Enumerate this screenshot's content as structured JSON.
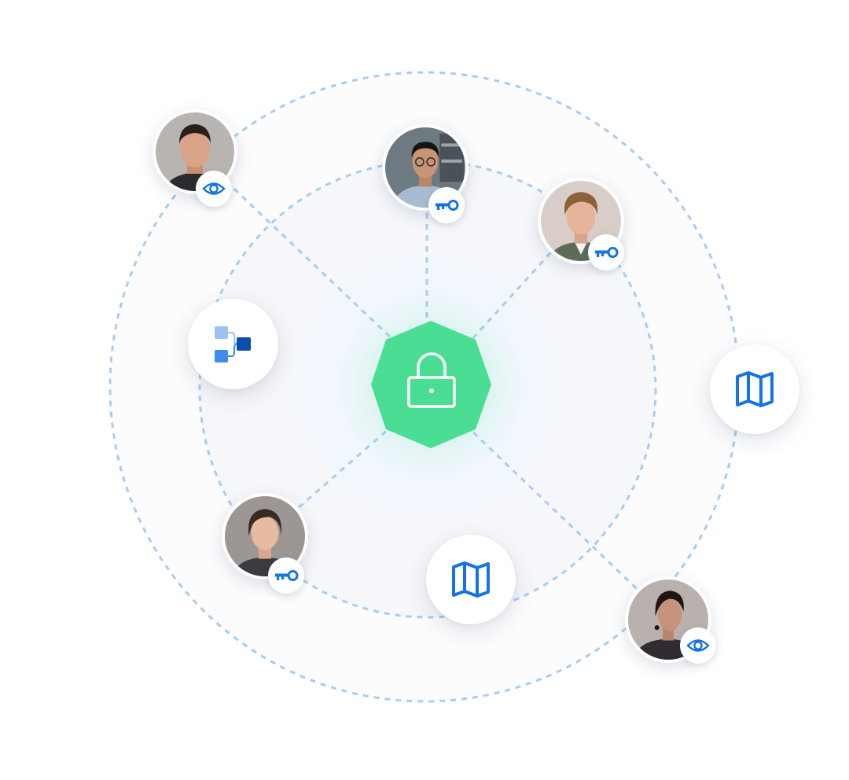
{
  "diagram": {
    "center": {
      "icon": "lock-icon",
      "color": "#4ADE94"
    },
    "rings": {
      "line_color": "#A9CCF2",
      "inner_fill": "#F6F9FD",
      "mid_fill": "#F7F8FB"
    },
    "accent": "#1473E6",
    "members": [
      {
        "id": "man-top-left",
        "role_icon": "eye-icon"
      },
      {
        "id": "man-top-center",
        "role_icon": "key-icon"
      },
      {
        "id": "man-top-right",
        "role_icon": "key-icon"
      },
      {
        "id": "woman-bottom-left",
        "role_icon": "key-icon"
      },
      {
        "id": "woman-bottom-right",
        "role_icon": "eye-icon"
      }
    ],
    "resources": [
      {
        "id": "workflow",
        "icon": "workflow-icon"
      },
      {
        "id": "map-right",
        "icon": "map-icon"
      },
      {
        "id": "map-bottom",
        "icon": "map-icon"
      }
    ]
  }
}
